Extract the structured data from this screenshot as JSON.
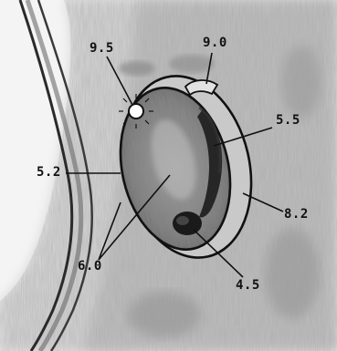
{
  "labels": {
    "nine_five": "9.5",
    "nine_zero": "9.0",
    "five_five": "5.5",
    "five_two": "5.2",
    "eight_two": "8.2",
    "six_zero": "6.0",
    "four_five": "4.5"
  }
}
